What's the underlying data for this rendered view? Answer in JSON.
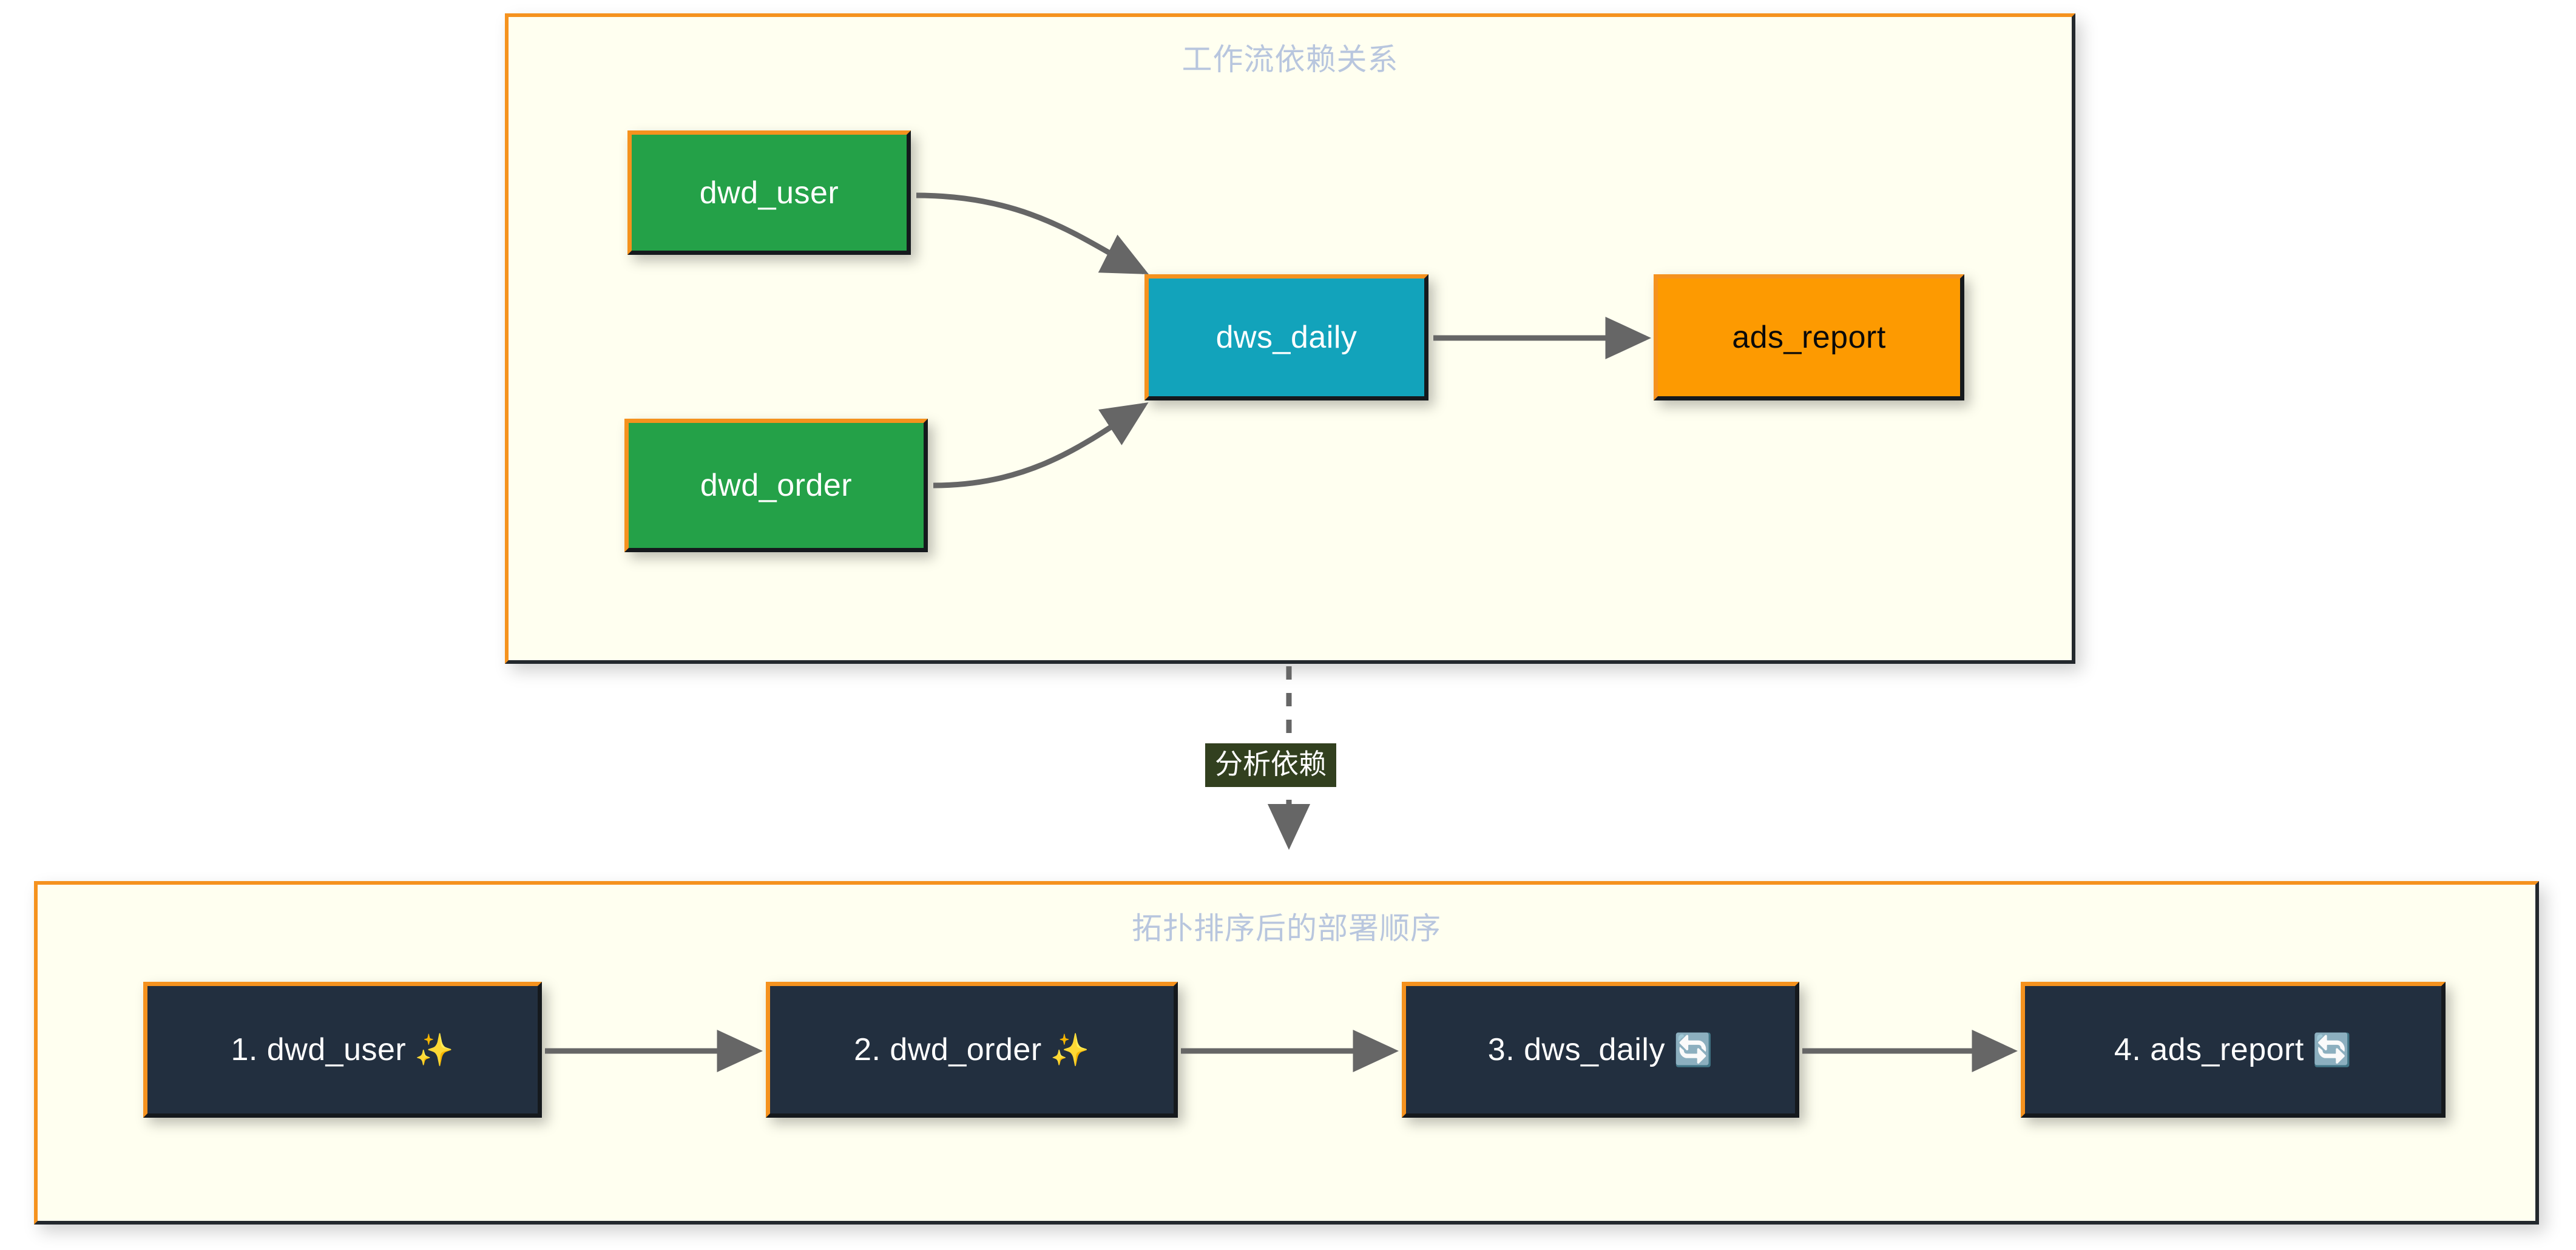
{
  "diagram": {
    "clusters": [
      {
        "id": "workflow",
        "title": "工作流依赖关系"
      },
      {
        "id": "deploy",
        "title": "拓扑排序后的部署顺序"
      }
    ],
    "bridge": {
      "label": "分析依赖",
      "style": "dashed",
      "bg_color": "#32401f",
      "text_color": "#ffffff"
    },
    "workflow_nodes": [
      {
        "id": "dwd_user",
        "label": "dwd_user",
        "fill": "#24a148",
        "text_color": "#ffffff"
      },
      {
        "id": "dwd_order",
        "label": "dwd_order",
        "fill": "#24a148",
        "text_color": "#ffffff"
      },
      {
        "id": "dws_daily",
        "label": "dws_daily",
        "fill": "#12a3bb",
        "text_color": "#ffffff"
      },
      {
        "id": "ads_report",
        "label": "ads_report",
        "fill": "#fd9a01",
        "text_color": "#0a0a0a"
      }
    ],
    "workflow_edges": [
      {
        "from": "dwd_user",
        "to": "dws_daily",
        "style": "curved"
      },
      {
        "from": "dwd_order",
        "to": "dws_daily",
        "style": "curved"
      },
      {
        "from": "dws_daily",
        "to": "ads_report",
        "style": "straight"
      }
    ],
    "deploy_nodes": [
      {
        "id": "step1",
        "label": "1. dwd_user",
        "emoji": "✨",
        "emoji_name": "sparkles"
      },
      {
        "id": "step2",
        "label": "2. dwd_order",
        "emoji": "✨",
        "emoji_name": "sparkles"
      },
      {
        "id": "step3",
        "label": "3. dws_daily",
        "emoji": "🔄",
        "emoji_name": "counterclockwise-arrows"
      },
      {
        "id": "step4",
        "label": "4. ads_report",
        "emoji": "🔄",
        "emoji_name": "counterclockwise-arrows"
      }
    ],
    "deploy_edges": [
      {
        "from": "step1",
        "to": "step2"
      },
      {
        "from": "step2",
        "to": "step3"
      },
      {
        "from": "step3",
        "to": "step4"
      }
    ],
    "colors": {
      "cluster_border": "#f5921e",
      "cluster_bg": "#fffff0",
      "cluster_title": "#b8c6de",
      "edge": "#666666",
      "node_dark": "#222f3f",
      "node_shadow": "#15191d"
    }
  }
}
